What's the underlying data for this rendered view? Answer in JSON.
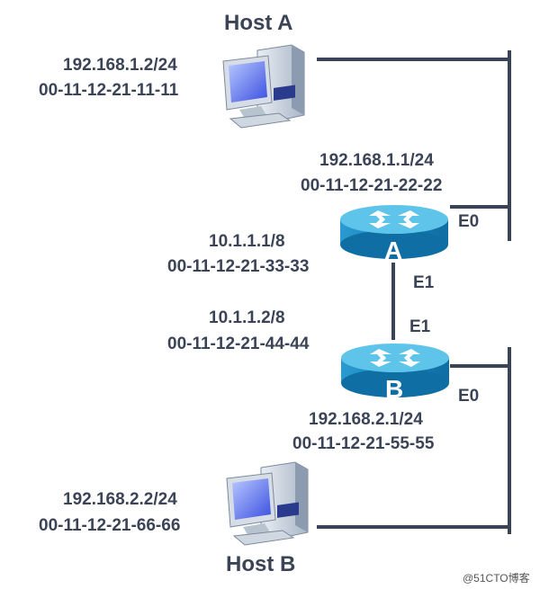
{
  "host_a": {
    "title": "Host A",
    "ip": "192.168.1.2/24",
    "mac": "00-11-12-21-11-11"
  },
  "host_b": {
    "title": "Host B",
    "ip": "192.168.2.2/24",
    "mac": "00-11-12-21-66-66"
  },
  "router_a": {
    "label": "A",
    "e0_label": "E0",
    "e0_ip": "192.168.1.1/24",
    "e0_mac": "00-11-12-21-22-22",
    "e1_label": "E1",
    "e1_ip": "10.1.1.1/8",
    "e1_mac": "00-11-12-21-33-33"
  },
  "router_b": {
    "label": "B",
    "e1_label": "E1",
    "e1_ip": "10.1.1.2/8",
    "e1_mac": "00-11-12-21-44-44",
    "e0_label": "E0",
    "e0_ip": "192.168.2.1/24",
    "e0_mac": "00-11-12-21-55-55"
  },
  "watermark": "@51CTO博客",
  "colors": {
    "text": "#3b4456",
    "line": "#3b4456",
    "router_top": "#5fc4ea",
    "router_side": "#1c8dc4"
  }
}
